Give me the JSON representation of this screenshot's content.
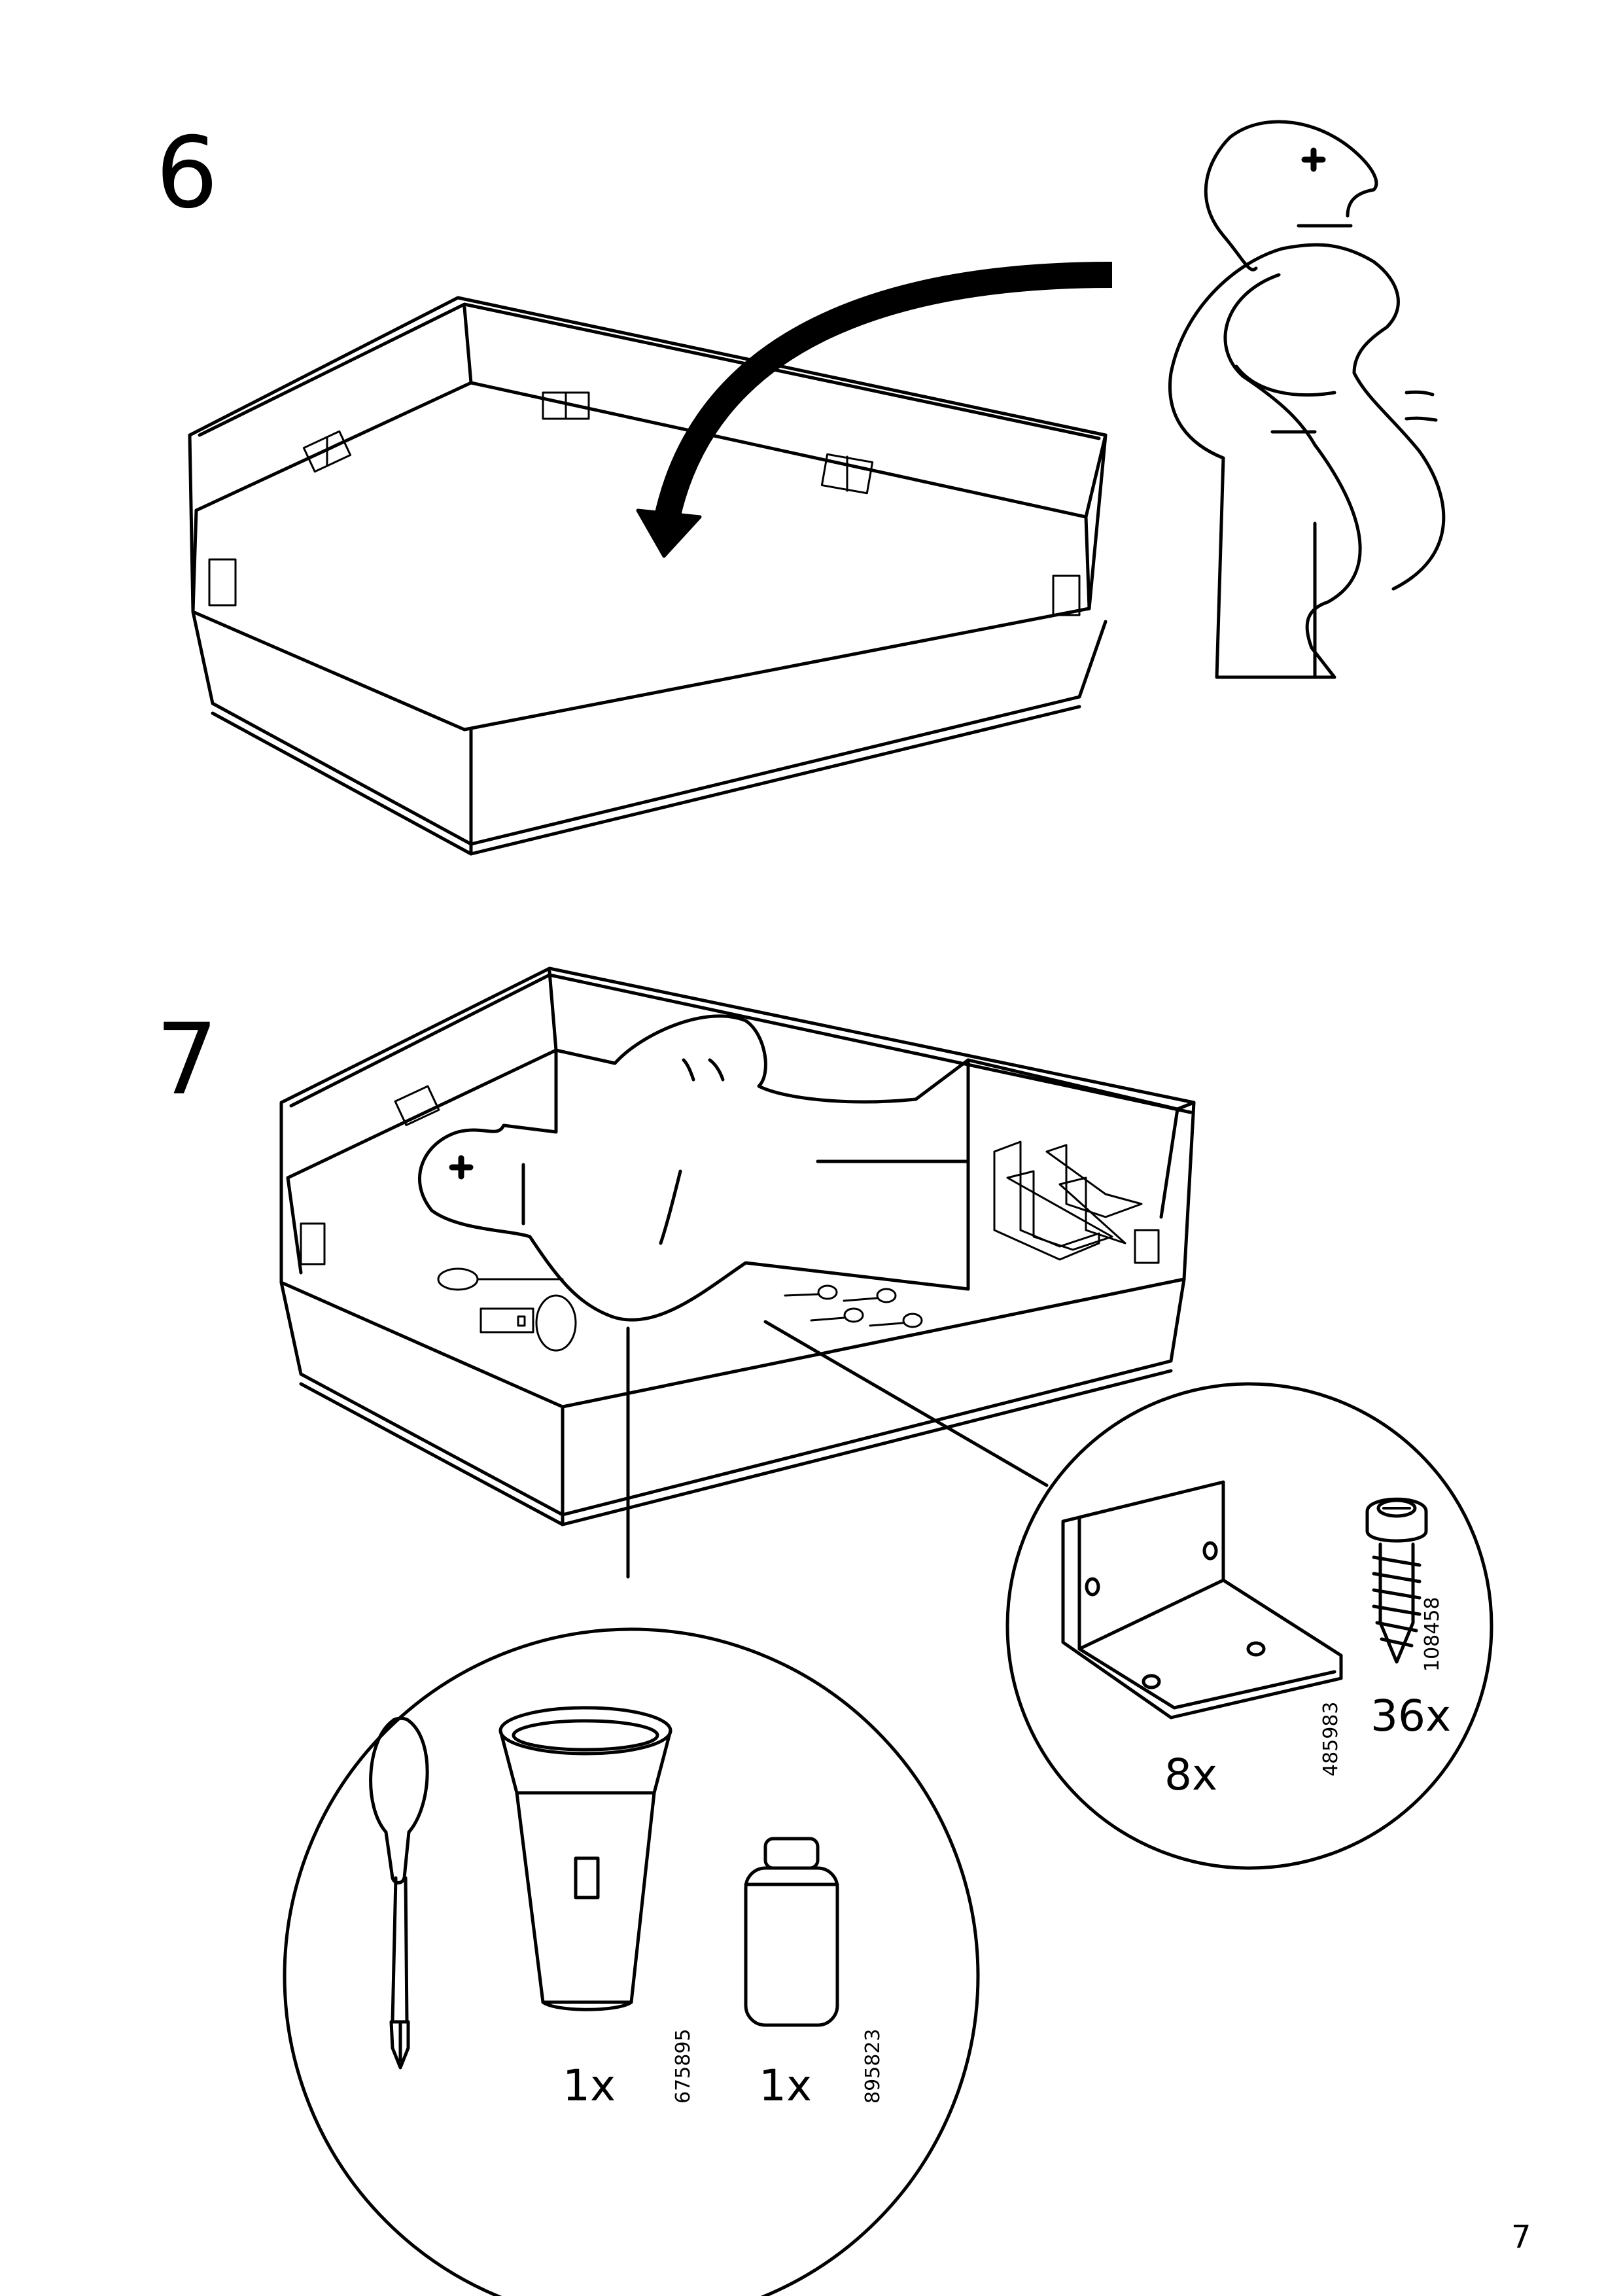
{
  "steps": {
    "six": "6",
    "seven": "7"
  },
  "parts": {
    "screwdriver": {
      "name": "screwdriver-icon"
    },
    "lamp": {
      "quantity": "1x",
      "article": "675895"
    },
    "bottle": {
      "quantity": "1x",
      "article": "895823"
    },
    "bracket": {
      "quantity": "8x",
      "article": "485983"
    },
    "screw": {
      "quantity": "36x",
      "article": "108458"
    }
  },
  "page_number": "7",
  "colors": {
    "ink": "#000000",
    "paper": "#ffffff"
  }
}
